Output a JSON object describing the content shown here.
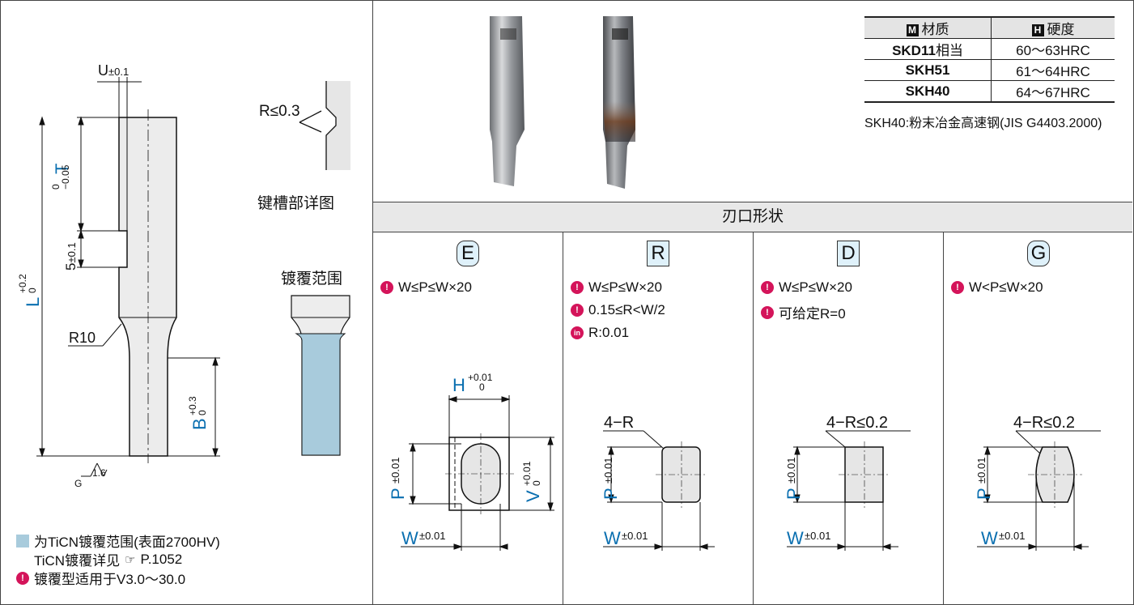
{
  "left_drawing": {
    "u_label": "U",
    "u_tol": "±0.1",
    "t_label": "T",
    "t_tol_upper": "0",
    "t_tol_lower": "−0.05",
    "key5_label": "5",
    "key5_tol": "±0.1",
    "l_label": "L",
    "l_tol_upper": "+0.2",
    "l_tol_lower": "0",
    "r10_label": "R10",
    "b_label": "B",
    "b_tol_upper": "+0.3",
    "b_tol_lower": "0",
    "roughness": "1.6",
    "roughness_g": "G"
  },
  "keyway_detail": {
    "r_label": "R≤0.3",
    "caption": "键槽部详图"
  },
  "coating_detail": {
    "caption": "镀覆范围"
  },
  "legend": {
    "line1": "为TiCN镀覆范围(表面2700HV)",
    "line2": "TiCN镀覆详见",
    "line2_ref": "P.1052",
    "line3": "镀覆型适用于V3.0～30.0"
  },
  "material_table": {
    "header_material_badge": "M",
    "header_material": "材质",
    "header_hardness_badge": "H",
    "header_hardness": "硬度",
    "rows": [
      {
        "material": "SKD11",
        "suffix": "相当",
        "hardness": "60～63HRC"
      },
      {
        "material": "SKH51",
        "suffix": "",
        "hardness": "61～64HRC"
      },
      {
        "material": "SKH40",
        "suffix": "",
        "hardness": "64～67HRC"
      }
    ],
    "footnote": "SKH40:粉末冶金高速钢(JIS G4403.2000)"
  },
  "tip_shapes": {
    "title": "刃口形状",
    "shapes": [
      {
        "letter": "E",
        "notes": [
          "W≤P≤W×20"
        ],
        "h_label": "H",
        "h_tol_upper": "+0.01",
        "h_tol_lower": "0",
        "p_label": "P",
        "p_tol": "±0.01",
        "v_label": "V",
        "v_tol_upper": "+0.01",
        "v_tol_lower": "0",
        "w_label": "W",
        "w_tol": "±0.01"
      },
      {
        "letter": "R",
        "notes": [
          "W≤P≤W×20",
          "0.15≤R<W/2"
        ],
        "info_note": "R:0.01",
        "info_badge": "in",
        "corner_label": "4−R",
        "p_label": "P",
        "p_tol": "±0.01",
        "w_label": "W",
        "w_tol": "±0.01"
      },
      {
        "letter": "D",
        "notes": [
          "W≤P≤W×20",
          "可给定R=0"
        ],
        "corner_label": "4−R≤0.2",
        "p_label": "P",
        "p_tol": "±0.01",
        "w_label": "W",
        "w_tol": "±0.01"
      },
      {
        "letter": "G",
        "notes": [
          "W<P≤W×20"
        ],
        "corner_label": "4−R≤0.2",
        "p_label": "P",
        "p_tol": "±0.01",
        "w_label": "W",
        "w_tol": "±0.01"
      }
    ]
  },
  "colors": {
    "accent_blue": "#0a6fb0",
    "coating": "#a8cbdc",
    "bulb": "#d4145a",
    "band": "#e8e8e8"
  }
}
